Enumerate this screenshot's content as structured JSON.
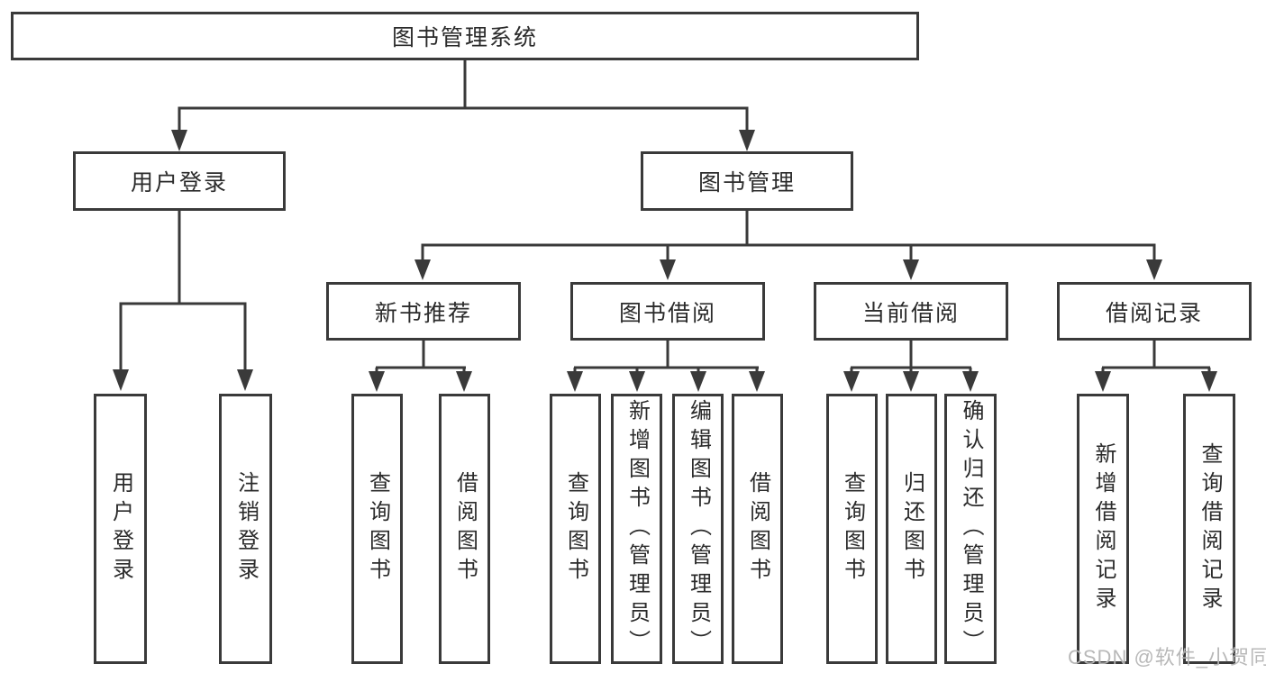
{
  "diagram": {
    "root": {
      "label": "图书管理系统"
    },
    "branches": {
      "user_login": {
        "label": "用户登录",
        "children": [
          {
            "label": "用户登录"
          },
          {
            "label": "注销登录"
          }
        ]
      },
      "book_management": {
        "label": "图书管理",
        "children": [
          {
            "label": "新书推荐",
            "children": [
              {
                "label": "查询图书"
              },
              {
                "label": "借阅图书"
              }
            ]
          },
          {
            "label": "图书借阅",
            "children": [
              {
                "label": "查询图书"
              },
              {
                "label": "新增图书（管理员）"
              },
              {
                "label": "编辑图书（管理员）"
              },
              {
                "label": "借阅图书"
              }
            ]
          },
          {
            "label": "当前借阅",
            "children": [
              {
                "label": "查询图书"
              },
              {
                "label": "归还图书"
              },
              {
                "label": "确认归还（管理员）"
              }
            ]
          },
          {
            "label": "借阅记录",
            "children": [
              {
                "label": "新增借阅记录"
              },
              {
                "label": "查询借阅记录"
              }
            ]
          }
        ]
      }
    }
  },
  "watermark": {
    "text": "CSDN @软件_小贺同学"
  },
  "colors": {
    "line": "#3a3a3a",
    "box_border": "#3a3a3a",
    "box_background": "#ffffff",
    "text": "#2b2b2b",
    "watermark": "#b5b5b5",
    "page_background": "#ffffff"
  }
}
